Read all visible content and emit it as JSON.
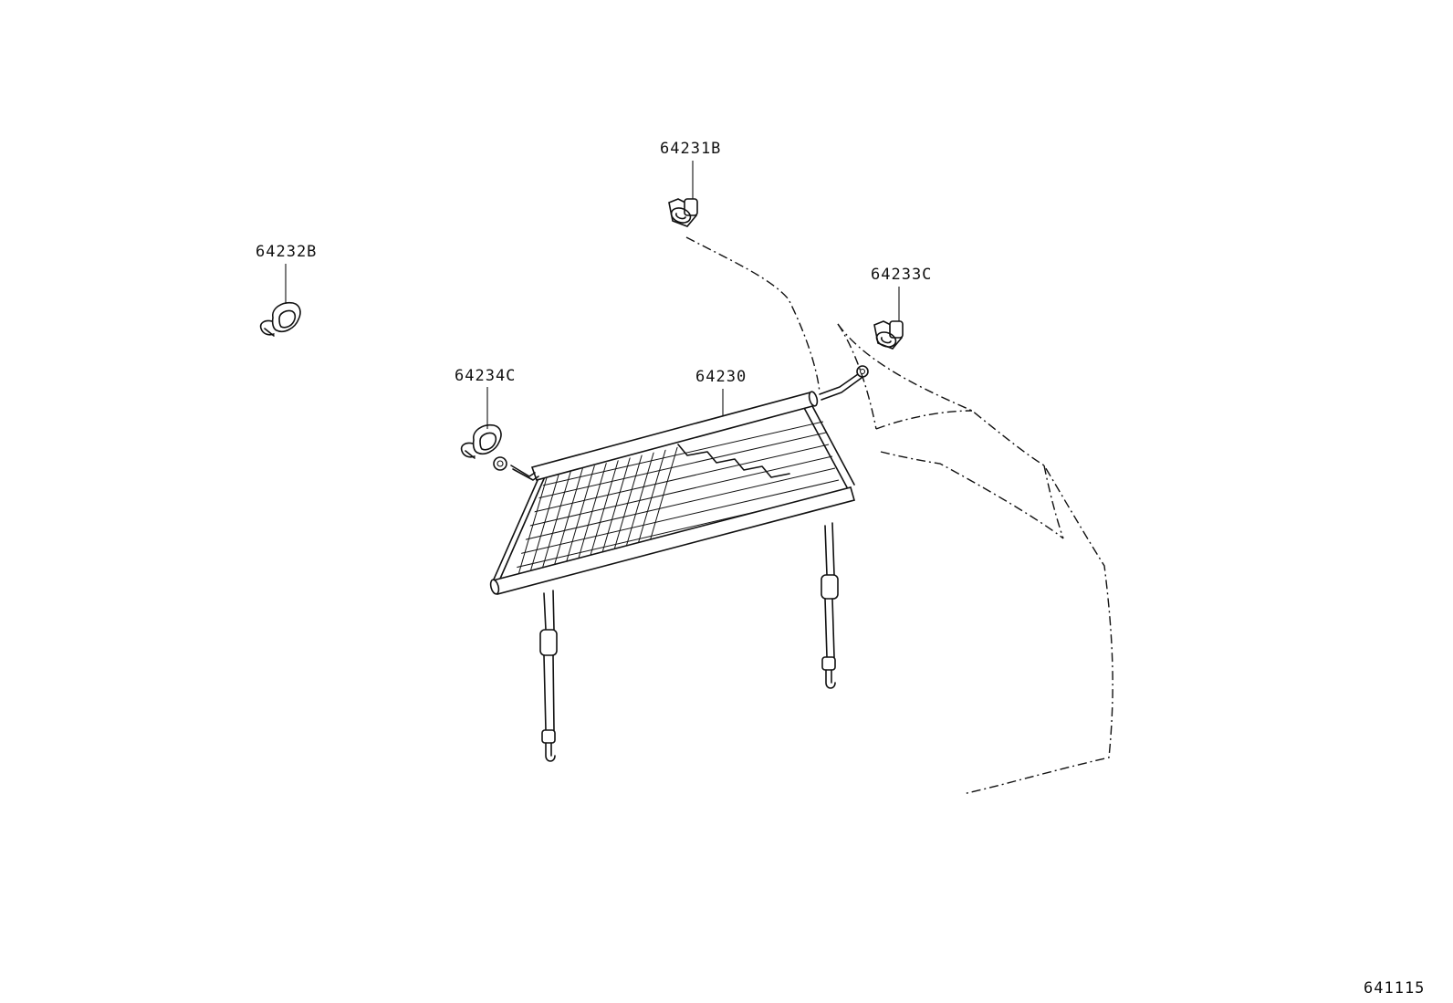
{
  "parts": [
    {
      "id": "p1",
      "label": "64231B"
    },
    {
      "id": "p2",
      "label": "64232B"
    },
    {
      "id": "p3",
      "label": "64233C"
    },
    {
      "id": "p4",
      "label": "64234C"
    },
    {
      "id": "p5",
      "label": "64230"
    }
  ],
  "diagram_code": "641115",
  "colors": {
    "line": "#111111",
    "background": "#ffffff"
  }
}
